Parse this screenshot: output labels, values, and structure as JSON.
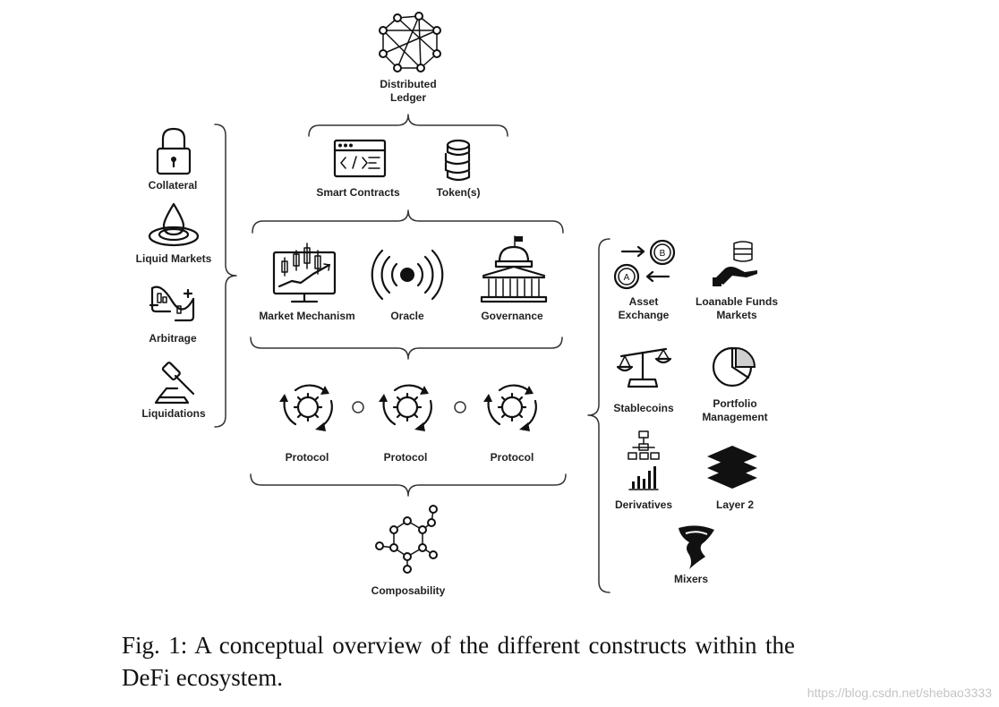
{
  "nodes": {
    "distributed_ledger": [
      "Distributed",
      "Ledger"
    ],
    "smart_contracts": "Smart Contracts",
    "tokens": "Token(s)",
    "market_mechanism": "Market Mechanism",
    "oracle": "Oracle",
    "governance": "Governance",
    "protocols": [
      "Protocol",
      "Protocol",
      "Protocol"
    ],
    "composability": "Composability"
  },
  "left_items": {
    "collateral": "Collateral",
    "liquid_markets": "Liquid Markets",
    "arbitrage": "Arbitrage",
    "liquidations": "Liquidations"
  },
  "right_items": {
    "asset_exchange": [
      "Asset",
      "Exchange"
    ],
    "loanable_funds": [
      "Loanable Funds",
      "Markets"
    ],
    "stablecoins": "Stablecoins",
    "portfolio": [
      "Portfolio",
      "Management"
    ],
    "derivatives": "Derivatives",
    "layer2": "Layer 2",
    "mixers": "Mixers"
  },
  "coin_letters": {
    "a": "A",
    "b": "B"
  },
  "caption": "Fig. 1: A conceptual overview of the different constructs within the DeFi ecosystem.",
  "watermark": "https://blog.csdn.net/shebao3333"
}
